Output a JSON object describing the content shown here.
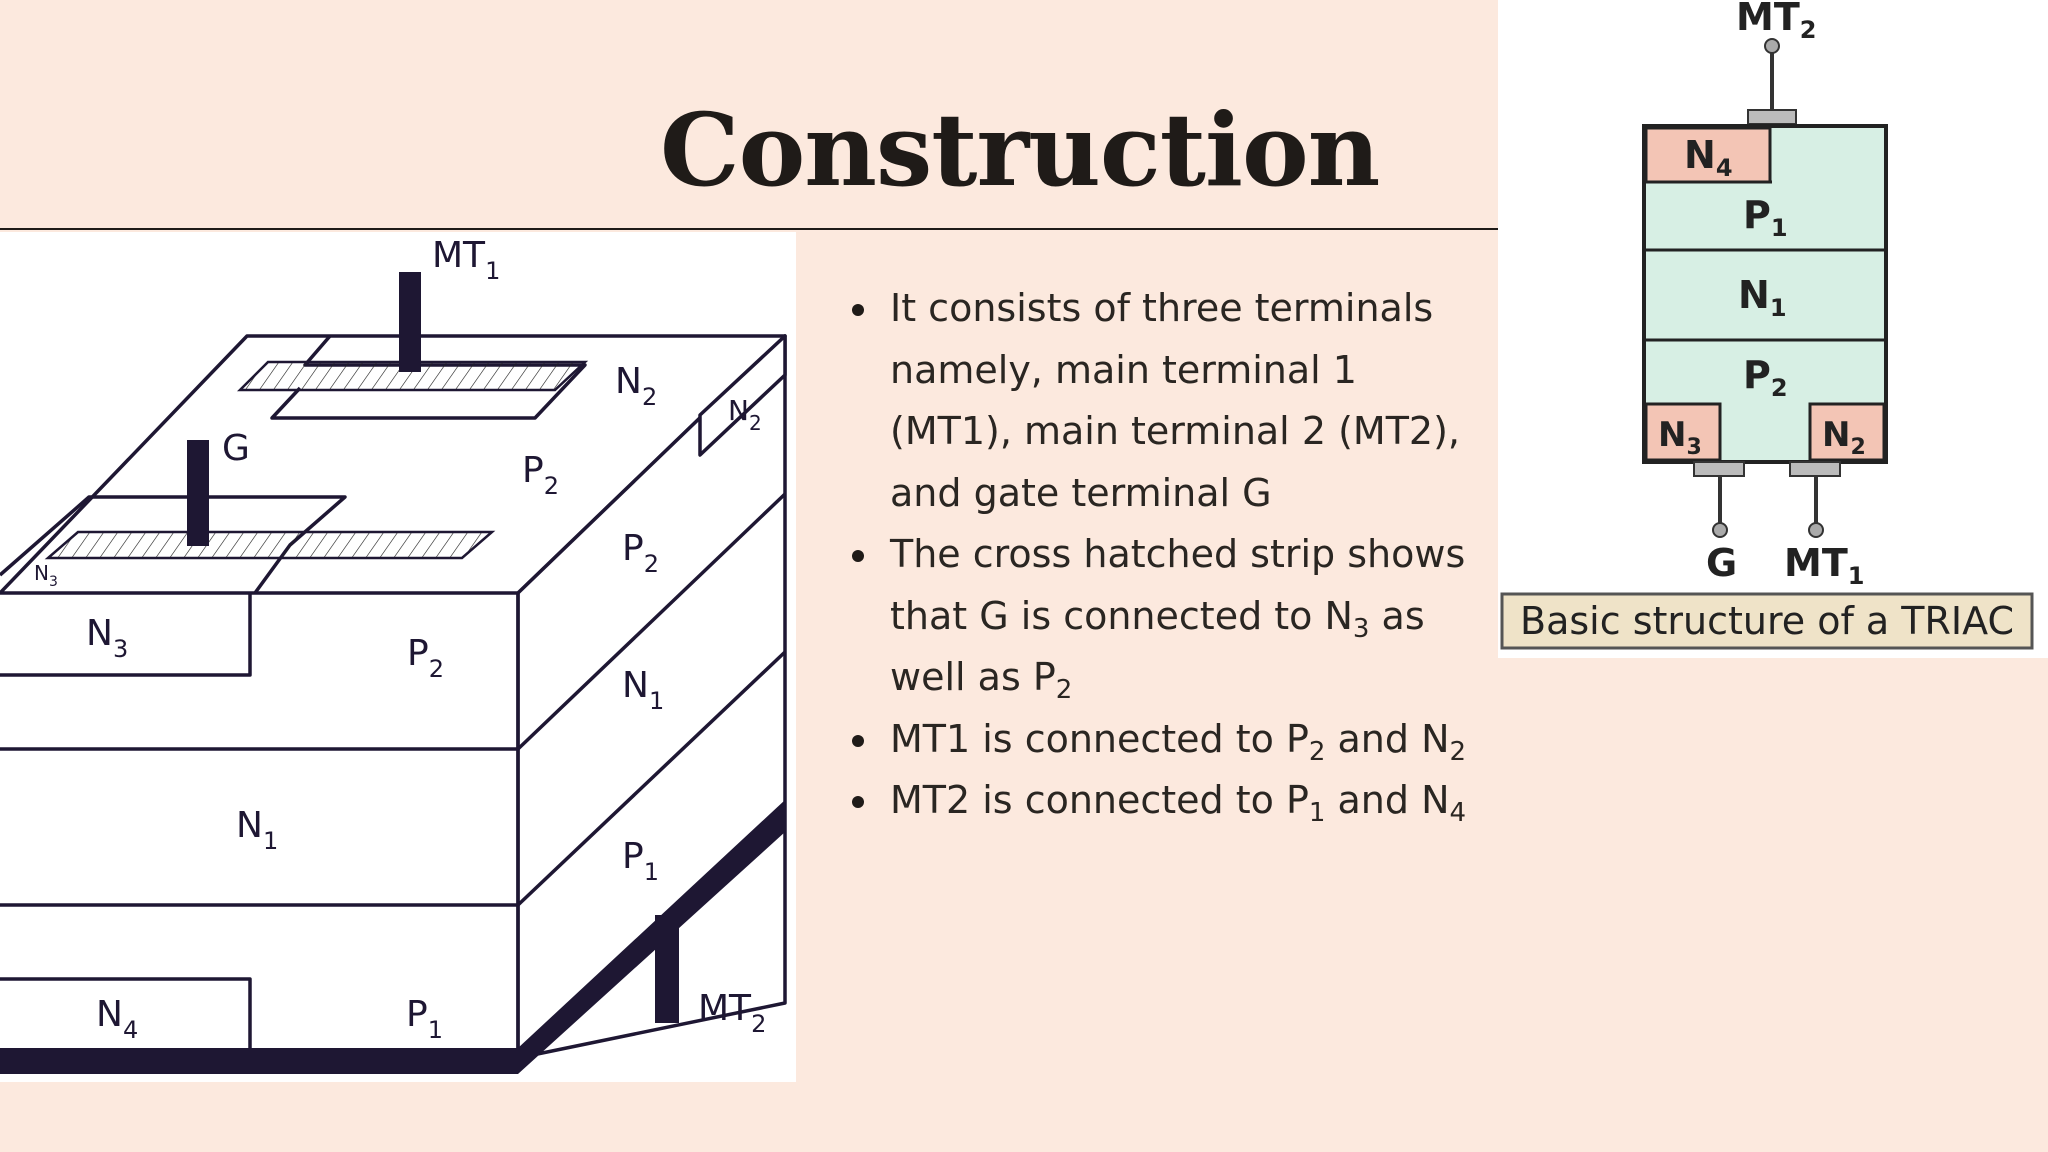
{
  "slide": {
    "title": "Construction"
  },
  "bullets": {
    "b1_text": "It consists of three terminals namely, main terminal 1 (MT1), main terminal 2 (MT2), and gate terminal G",
    "b2_pre": "The cross hatched strip shows that G is connected to N",
    "b2_sub1": "3",
    "b2_mid": " as well as P",
    "b2_sub2": "2",
    "b3_pre": "MT1 is connected to P",
    "b3_sub1": "2",
    "b3_mid": " and N",
    "b3_sub2": "2",
    "b4_pre": "MT2 is connected to P",
    "b4_sub1": "1",
    "b4_mid": " and N",
    "b4_sub2": "4"
  },
  "left_diagram": {
    "labels": {
      "mt1": "MT",
      "mt1_sub": "1",
      "gate": "G",
      "n2_top": "N",
      "n2_top_sub": "2",
      "n2_side": "N",
      "n2_side_sub": "2",
      "p2_top": "P",
      "p2_top_sub": "2",
      "p2_side": "P",
      "p2_side_sub": "2",
      "n3_small": "N",
      "n3_small_sub": "3",
      "n3_front": "N",
      "n3_front_sub": "3",
      "p2_front": "P",
      "p2_front_sub": "2",
      "n1_side": "N",
      "n1_side_sub": "1",
      "n1_front": "N",
      "n1_front_sub": "1",
      "p1_side": "P",
      "p1_side_sub": "1",
      "n4_front": "N",
      "n4_front_sub": "4",
      "p1_front": "P",
      "p1_front_sub": "1",
      "mt2": "MT",
      "mt2_sub": "2"
    }
  },
  "right_diagram": {
    "mt2": "MT",
    "mt2_sub": "2",
    "n4": "N",
    "n4_sub": "4",
    "p1": "P",
    "p1_sub": "1",
    "n1": "N",
    "n1_sub": "1",
    "p2": "P",
    "p2_sub": "2",
    "n3": "N",
    "n3_sub": "3",
    "n2": "N",
    "n2_sub": "2",
    "g": "G",
    "mt1": "MT",
    "mt1_sub": "1",
    "caption": "Basic structure of a TRIAC"
  },
  "colors": {
    "background": "#fce9de",
    "triac_green": "#d7efe4",
    "triac_pink": "#f3c5b5",
    "caption_bg": "#efe3c8"
  }
}
